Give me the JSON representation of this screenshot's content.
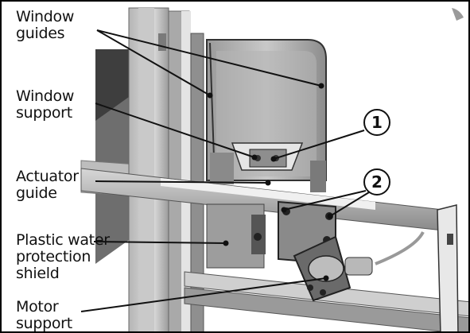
{
  "labels": {
    "window_guides": "Window\nguides",
    "window_support": "Window\nsupport",
    "actuator_guide": "Actuator\nguide",
    "plastic_shield": "Plastic water\nprotection\nshield",
    "motor_support": "Motor\nsupport"
  },
  "callouts": {
    "one": "1",
    "two": "2"
  },
  "colors": {
    "line": "#111111",
    "metal_light": "#d9d9d9",
    "metal_mid": "#a8a8a8",
    "metal_dark": "#5a5a5a"
  }
}
